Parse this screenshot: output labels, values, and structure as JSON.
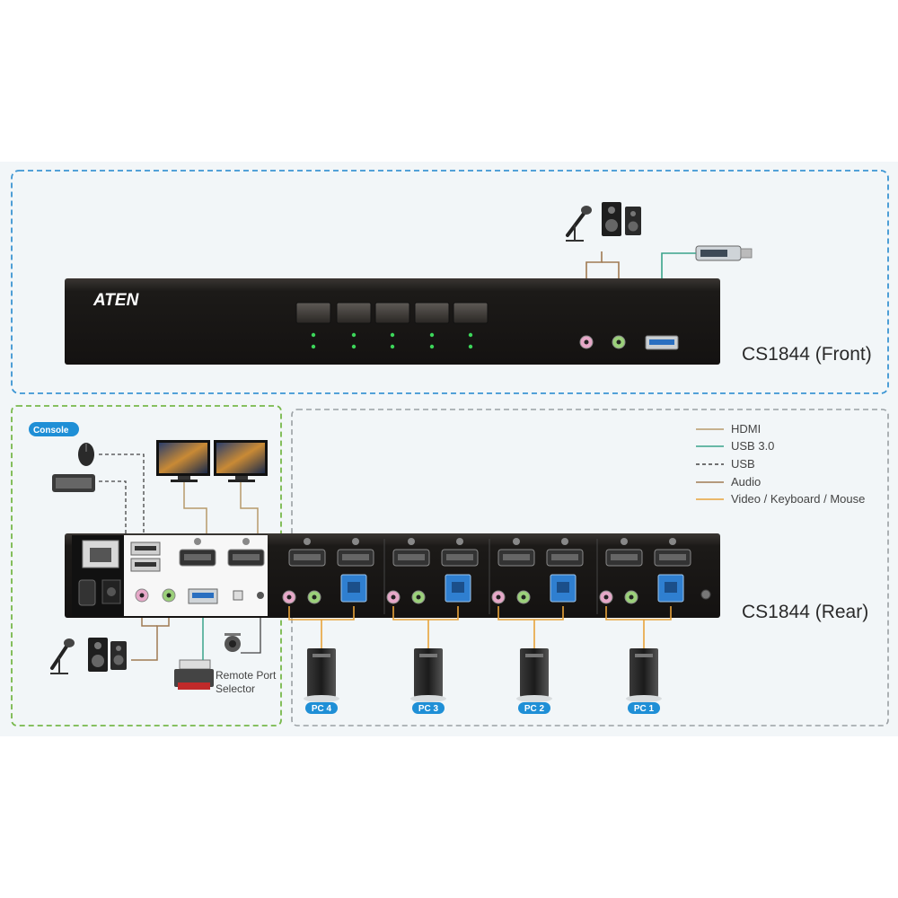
{
  "front": {
    "model_label": "CS1844 (Front)",
    "brand": "ATEN"
  },
  "rear": {
    "model_label": "CS1844 (Rear)"
  },
  "console_badge": "Console",
  "remote_selector": {
    "line1": "Remote Port",
    "line2": "Selector"
  },
  "legend": [
    {
      "label": "HDMI",
      "color": "#b79a6a",
      "style": "solid"
    },
    {
      "label": "USB 3.0",
      "color": "#3aa38a",
      "style": "solid"
    },
    {
      "label": "USB",
      "color": "#444444",
      "style": "dashed"
    },
    {
      "label": "Audio",
      "color": "#a07a52",
      "style": "solid"
    },
    {
      "label": "Video / Keyboard / Mouse",
      "color": "#e8a33a",
      "style": "solid"
    }
  ],
  "pcs": [
    "PC 4",
    "PC 3",
    "PC 2",
    "PC 1"
  ],
  "colors": {
    "front_frame": "#3b95d3",
    "console_frame": "#77b84a",
    "rear_frame": "#9aa0a4",
    "badge_blue": "#1f8fd6",
    "device_dark": "#1e1b19",
    "led_green": "#3cd65a",
    "hdmi_line": "#b79a6a",
    "usb3_line": "#3aa38a",
    "vkm_line": "#e8a33a"
  }
}
